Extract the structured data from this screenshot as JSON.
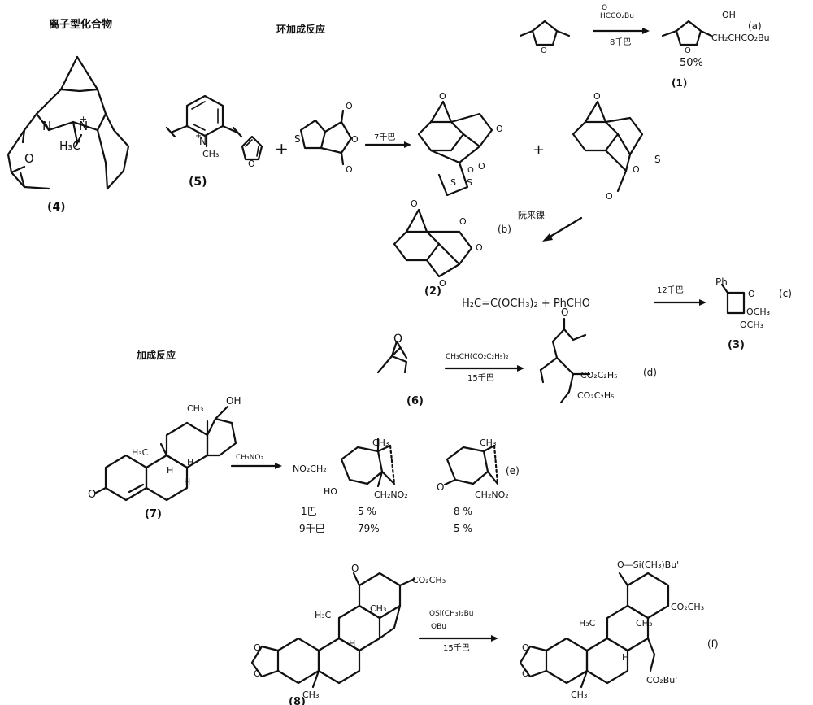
{
  "headers": {
    "ionic": "离子型化合物",
    "cycloaddition": "环加成反应",
    "addition": "加成反应"
  },
  "compounds": {
    "c4": "(4)",
    "c5": "(5)",
    "c1": "(1)",
    "c2": "(2)",
    "c3": "(3)",
    "c6": "(6)",
    "c7": "(7)",
    "c8": "(8)"
  },
  "reaction_letters": {
    "a": "(a)",
    "b": "(b)",
    "c": "(c)",
    "d": "(d)",
    "e": "(e)",
    "f": "(f)"
  },
  "conditions": {
    "a_reagent": "HCCO₂Bu",
    "a_pressure": "8千巴",
    "b_pressure": "7千巴",
    "b_reduce": "阮来镍",
    "c_pressure": "12千巴",
    "d_reagent": "CH₃CH(CO₂C₂H₅)₂",
    "d_pressure": "15千巴",
    "e_reagent": "CH₃NO₂",
    "f_reagent": "OSi(CH₃)₂Bu",
    "f_reagent2": "OBu",
    "f_pressure": "15千巴"
  },
  "labels": {
    "yield_a": "50%",
    "h3c_n": "H₃C",
    "ch3": "CH₃",
    "c_formula_left": "H₂C=C(OCH₃)₂ + PhCHO",
    "ph": "Ph",
    "och3_1": "OCH₃",
    "och3_2": "OCH₃",
    "co2c2h5_1": "CO₂C₂H₅",
    "co2c2h5_2": "CO₂C₂H₅",
    "oh": "OH",
    "ch2co2bu": "CH₂CHCO₂Bu",
    "h3c_7": "H₃C",
    "ch3_7": "CH₃",
    "o2nch2": "NO₂CH₂",
    "ho": "HO",
    "ch2no2_a": "CH₂NO₂",
    "ch2no2_b": "CH₂NO₂",
    "ch3_e1": "CH₃",
    "ch3_e2": "CH₃",
    "si_group": "O—Si(CH₃)Bu'",
    "co2ch3_8": "CO₂CH₃",
    "co2ch3_f": "CO₂CH₃",
    "co2bu_f": "CO₂Bu'",
    "h3c_8": "H₃C",
    "ch3_8": "CH₃",
    "h3c_f": "H₃C",
    "ch3_f": "CH₃",
    "h_8": "H",
    "h_f": "H",
    "ch3_8b": "CH₃",
    "ch3_fb": "CH₃"
  },
  "table_e": {
    "rows": [
      {
        "cond": "1巴",
        "p1": "5 %",
        "p2": "8 %"
      },
      {
        "cond": "9千巴",
        "p1": "79%",
        "p2": "5 %"
      }
    ]
  }
}
